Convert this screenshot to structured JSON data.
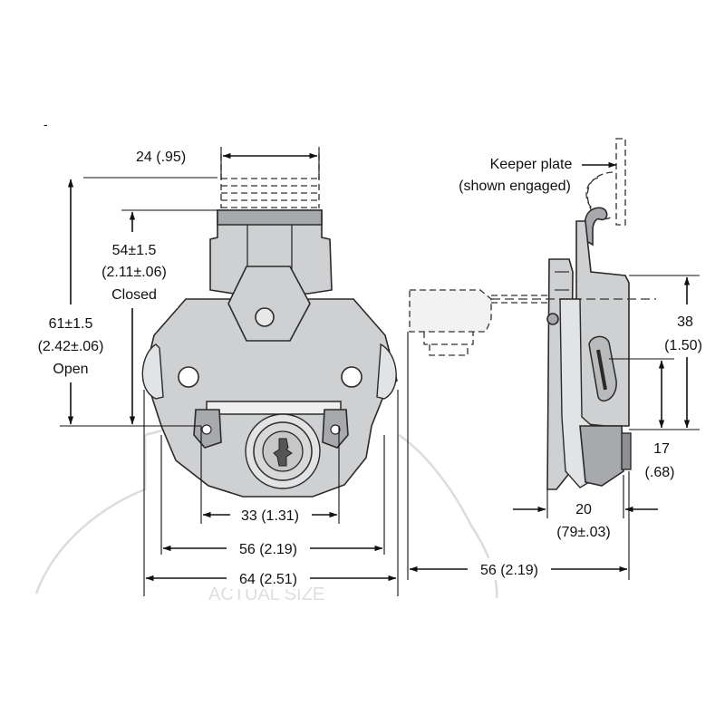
{
  "colors": {
    "ink": "#111111",
    "metal": "#cfd0d2",
    "metal_dark": "#a7a9ac",
    "faint": "#dcdcdc"
  },
  "front_view": {
    "dim_top_width": "24 (.95)",
    "dim_closed_value": "54±1.5",
    "dim_closed_inch": "(2.11±.06)",
    "dim_closed_label": "Closed",
    "dim_open_value": "61±1.5",
    "dim_open_inch": "(2.42±.06)",
    "dim_open_label": "Open",
    "dim_lock_width": "33 (1.31)",
    "dim_mount_width": "56 (2.19)",
    "dim_overall_width": "64 (2.51)"
  },
  "side_view": {
    "keeper_label_1": "Keeper plate",
    "keeper_label_2": "(shown engaged)",
    "dim_height_value": "38",
    "dim_height_inch": "(1.50)",
    "dim_lower_value": "17",
    "dim_lower_inch": "(.68)",
    "dim_depth_value": "20",
    "dim_depth_inch": "(79±.03)",
    "dim_reach": "56 (2.19)"
  },
  "watermark": "ACTUAL SIZE"
}
